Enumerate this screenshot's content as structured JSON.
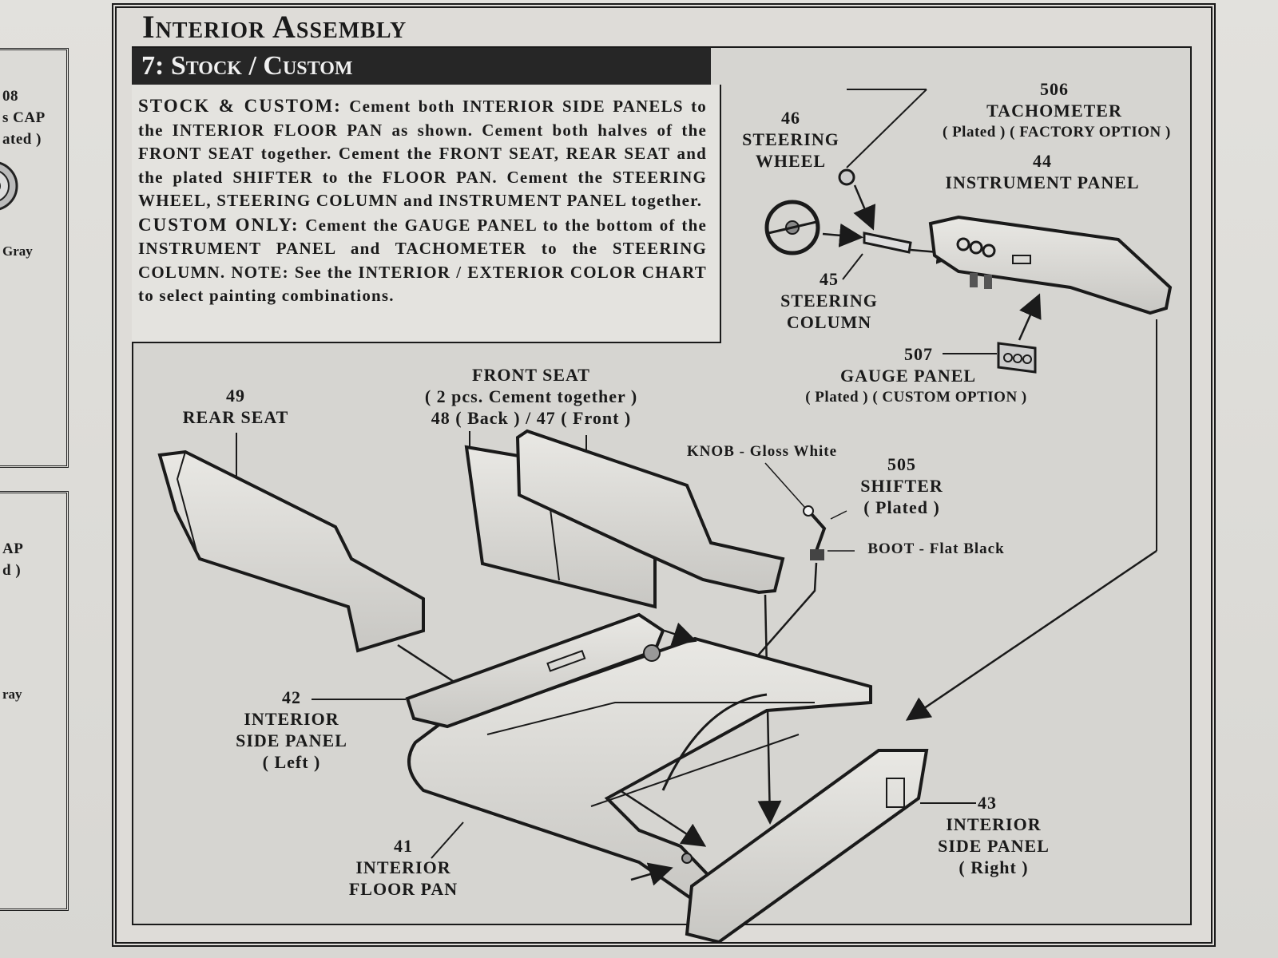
{
  "page": {
    "title": "Interior Assembly",
    "step_title": "7: Stock / Custom"
  },
  "instructions": {
    "stock_head": "STOCK & CUSTOM:",
    "stock_body": "Cement both INTERIOR SIDE PANELS to the INTERIOR FLOOR PAN as shown. Cement both halves of the FRONT SEAT together. Cement the FRONT SEAT, REAR SEAT and the plated SHIFTER to the FLOOR PAN. Cement the STEERING WHEEL, STEERING COLUMN and INSTRUMENT PANEL together.",
    "custom_head": "CUSTOM ONLY:",
    "custom_body": "Cement the GAUGE PANEL to the bottom of the INSTRUMENT PANEL and TACHOMETER to the STEERING COLUMN. NOTE: See the INTERIOR / EXTERIOR COLOR CHART to select painting combinations."
  },
  "left_panels": {
    "top_lines": [
      "08",
      "s CAP",
      "ated )"
    ],
    "top_color": "Gray",
    "mid_lines": [
      "AP",
      "d )"
    ],
    "mid_color": "ray"
  },
  "parts": {
    "tachometer": {
      "num": "506",
      "name": "TACHOMETER",
      "note": "( Plated ) ( FACTORY OPTION )"
    },
    "steering_wheel": {
      "num": "46",
      "line1": "STEERING",
      "line2": "WHEEL"
    },
    "instrument_panel": {
      "num": "44",
      "name": "INSTRUMENT PANEL"
    },
    "steering_column": {
      "num": "45",
      "line1": "STEERING",
      "line2": "COLUMN"
    },
    "gauge_panel": {
      "num": "507",
      "name": "GAUGE PANEL",
      "note": "( Plated ) ( CUSTOM OPTION )"
    },
    "rear_seat": {
      "num": "49",
      "name": "REAR SEAT"
    },
    "front_seat": {
      "name": "FRONT SEAT",
      "note1": "( 2 pcs. Cement together )",
      "note2": "48 ( Back ) / 47 ( Front )"
    },
    "knob": {
      "text": "KNOB - Gloss White"
    },
    "shifter": {
      "num": "505",
      "name": "SHIFTER",
      "note": "( Plated )"
    },
    "boot": {
      "text": "BOOT - Flat Black"
    },
    "side_panel_left": {
      "num": "42",
      "line1": "INTERIOR",
      "line2": "SIDE PANEL",
      "line3": "( Left )"
    },
    "floor_pan": {
      "num": "41",
      "line1": "INTERIOR",
      "line2": "FLOOR PAN"
    },
    "side_panel_right": {
      "num": "43",
      "line1": "INTERIOR",
      "line2": "SIDE PANEL",
      "line3": "( Right )"
    }
  }
}
